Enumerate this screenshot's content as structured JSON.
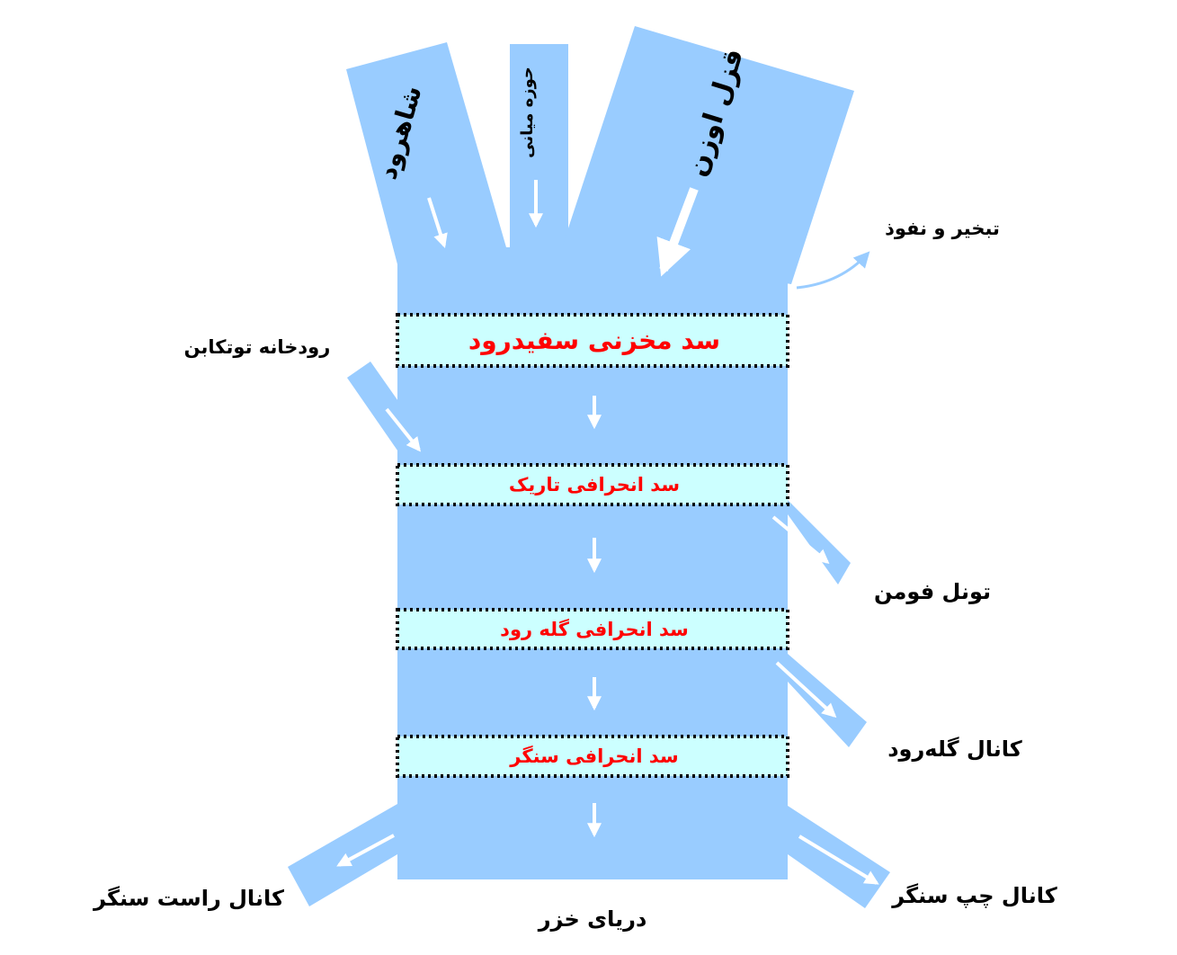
{
  "colors": {
    "river": "#99ccff",
    "dam_fill": "#ccffff",
    "dam_border": "#000000",
    "dam_text": "#ff0000",
    "label_text": "#000000",
    "arrow": "#ffffff",
    "evaporation_arrow": "#99ccff"
  },
  "inflows": {
    "shahrood": "شاهرود",
    "middle_basin": "حوزه میانی",
    "ghezel_ozan": "قزل اوزن"
  },
  "losses": {
    "evaporation": "تبخیر و نفوذ"
  },
  "tributary": {
    "tutkabon": "رودخانه توتکابن"
  },
  "dams": [
    {
      "name": "سد مخزنی سفیدرود"
    },
    {
      "name": "سد انحرافی تاریک"
    },
    {
      "name": "سد انحرافی گله رود"
    },
    {
      "name": "سد انحرافی سنگر"
    }
  ],
  "outflows": {
    "fuman_tunnel": "تونل فومن",
    "golerood_canal": "کانال گله‌رود",
    "right_sangar_canal": "کانال راست سنگر",
    "left_sangar_canal": "کانال چپ سنگر",
    "caspian_sea": "دریای خزر"
  },
  "icons": {
    "flow_arrow": "arrow-icon",
    "evaporation_arrow": "curved-arrow-icon"
  }
}
